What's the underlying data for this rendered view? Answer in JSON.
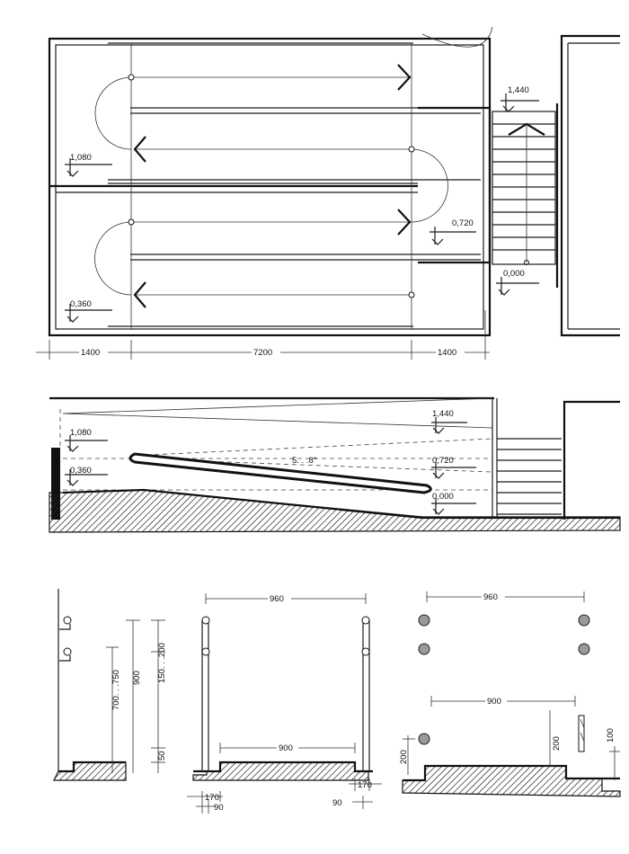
{
  "plan": {
    "levels": {
      "a": "1,440",
      "b": "1,080",
      "c": "0,720",
      "d": "0,360",
      "e": "0,000"
    },
    "dims": {
      "left": "1400",
      "middle": "7200",
      "right": "1400"
    }
  },
  "section": {
    "levels": {
      "a": "1,440",
      "b": "1,080",
      "c": "0,720",
      "d": "0,360",
      "e": "0,000"
    },
    "slope": "5. . .8°"
  },
  "details": {
    "d1": {
      "h1": "700. . .750",
      "h2": "900",
      "h3": "150. . .200",
      "h4": "50"
    },
    "d2": {
      "w1": "960",
      "w2": "900",
      "b1": "170",
      "b2": "90",
      "b3": "170",
      "b4": "90"
    },
    "d3": {
      "w1": "960",
      "w2": "900",
      "h1": "200",
      "h2": "200",
      "h3": "100"
    }
  }
}
